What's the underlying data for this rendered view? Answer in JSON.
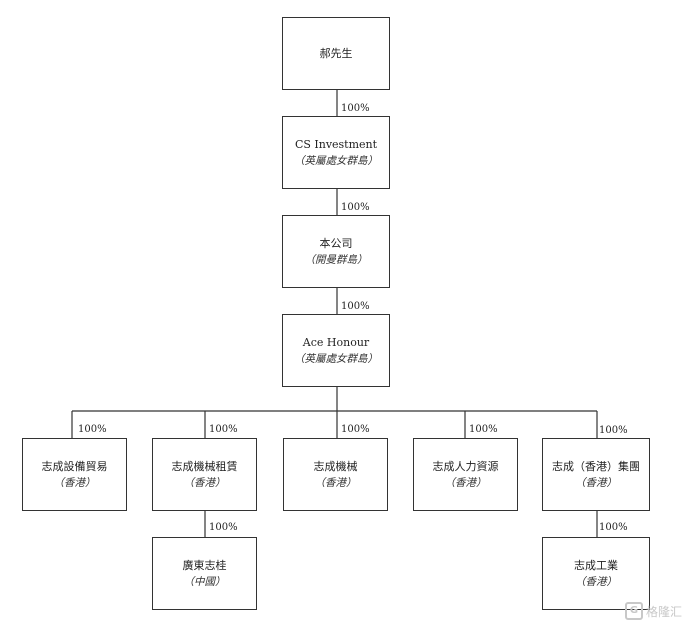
{
  "nodes": {
    "owner": {
      "name": "郝先生",
      "juris": ""
    },
    "cs_investment": {
      "name": "CS Investment",
      "juris": "（英屬處女群島）"
    },
    "company": {
      "name": "本公司",
      "juris": "（開曼群島）"
    },
    "ace_honour": {
      "name": "Ace Honour",
      "juris": "（英屬處女群島）"
    },
    "equip_trading": {
      "name": "志成設備貿易",
      "juris": "（香港）"
    },
    "machinery_leasing": {
      "name": "志成機械租賃",
      "juris": "（香港）"
    },
    "machinery": {
      "name": "志成機械",
      "juris": "（香港）"
    },
    "hr": {
      "name": "志成人力資源",
      "juris": "（香港）"
    },
    "hk_group": {
      "name": "志成（香港）集團",
      "juris": "（香港）"
    },
    "guangdong": {
      "name": "廣東志桂",
      "juris": "（中國）"
    },
    "industrial": {
      "name": "志成工業",
      "juris": "（香港）"
    }
  },
  "edges": {
    "owner_cs": "100%",
    "cs_company": "100%",
    "company_ace": "100%",
    "ace_equip": "100%",
    "ace_leasing": "100%",
    "ace_machinery": "100%",
    "ace_hr": "100%",
    "ace_group": "100%",
    "leasing_guangdong": "100%",
    "group_industrial": "100%"
  },
  "watermark": {
    "icon": "G",
    "text": "格隆汇"
  }
}
